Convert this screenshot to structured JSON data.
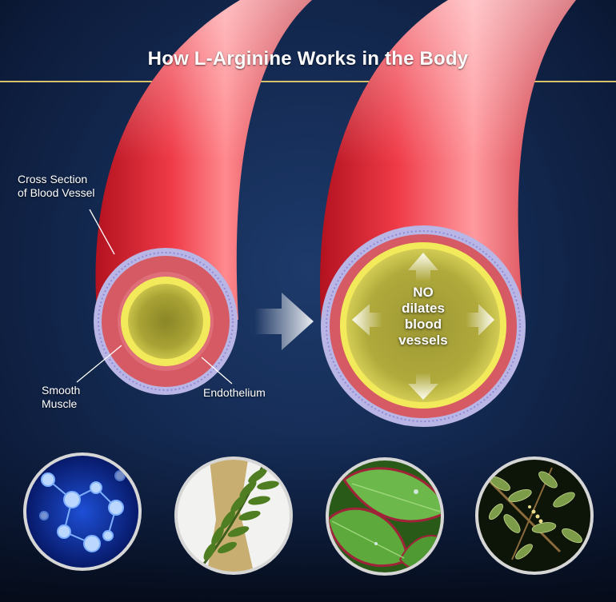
{
  "title": "How L-Arginine Works in the Body",
  "labels": {
    "cross_section": [
      "Cross Section",
      "of Blood Vessel"
    ],
    "smooth_muscle": [
      "Smooth",
      "Muscle"
    ],
    "endothelium": "Endothelium"
  },
  "center_text": [
    "NO",
    "dilates",
    "blood",
    "vessels"
  ],
  "colors": {
    "background": "#142a52",
    "vessel_red": "#e8283a",
    "vessel_wall_pink": "#d9606a",
    "outer_ring_lavender": "#b9b6e6",
    "endothelium_yellow": "#f2ea5a",
    "lumen_olive": "#a9a335"
  },
  "thumbnails": [
    {
      "subject": "molecules"
    },
    {
      "subject": "fern-leaf-with-tan-shape"
    },
    {
      "subject": "green-leaves-with-red-edges"
    },
    {
      "subject": "small-leaf-branch"
    }
  ]
}
